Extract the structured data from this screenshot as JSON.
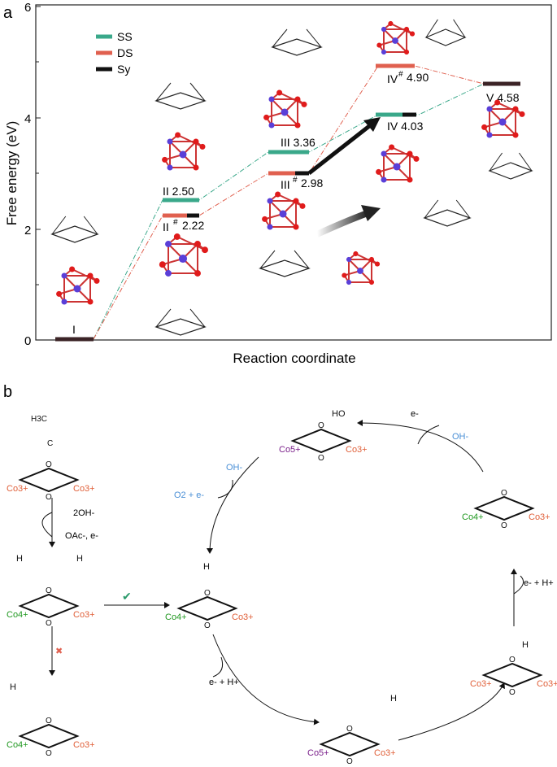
{
  "panel_a": {
    "label": "a",
    "ylabel": "Free energy (eV)",
    "xlabel": "Reaction coordinate",
    "yticks": [
      "0",
      "2",
      "4",
      "6"
    ],
    "legend": [
      {
        "name": "SS",
        "color": "#3aa88a"
      },
      {
        "name": "DS",
        "color": "#e0604f"
      },
      {
        "name": "Sy",
        "color": "#111111"
      }
    ],
    "state_labels": {
      "I": "I",
      "II": "II 2.50",
      "II_ds": "II",
      "II_ds_val": "2.22",
      "III": "III 3.36",
      "III_ds": "III",
      "III_ds_val": "2.98",
      "IV": "IV 4.03",
      "IV_ds": "IV",
      "IV_ds_val": "4.90",
      "V": "V 4.58",
      "hash": "#"
    },
    "colors": {
      "ss": "#3aa88a",
      "ds": "#e0604f",
      "sy": "#111111",
      "v": "#3b2326",
      "atom_red": "#e01b1b",
      "atom_blue": "#5a3fd8"
    }
  },
  "panel_b": {
    "label": "b",
    "text": {
      "h3c": "H3C",
      "c": "C",
      "o": "O",
      "h": "H",
      "co3": "Co3+",
      "co4": "Co4+",
      "co5": "Co5+",
      "two_oh": "2OH-",
      "oac": "OAc-, e-",
      "oh_minus": "OH-",
      "o2_e": "O2 + e-",
      "e_minus": "e-",
      "e_hplus": "e- + H+",
      "ho": "HO",
      "check": "✔",
      "cross": "✖"
    },
    "colors": {
      "co3": "#e0603a",
      "co4": "#229922",
      "co5": "#7a1f8a",
      "o_blue": "#4a8fd6"
    }
  }
}
